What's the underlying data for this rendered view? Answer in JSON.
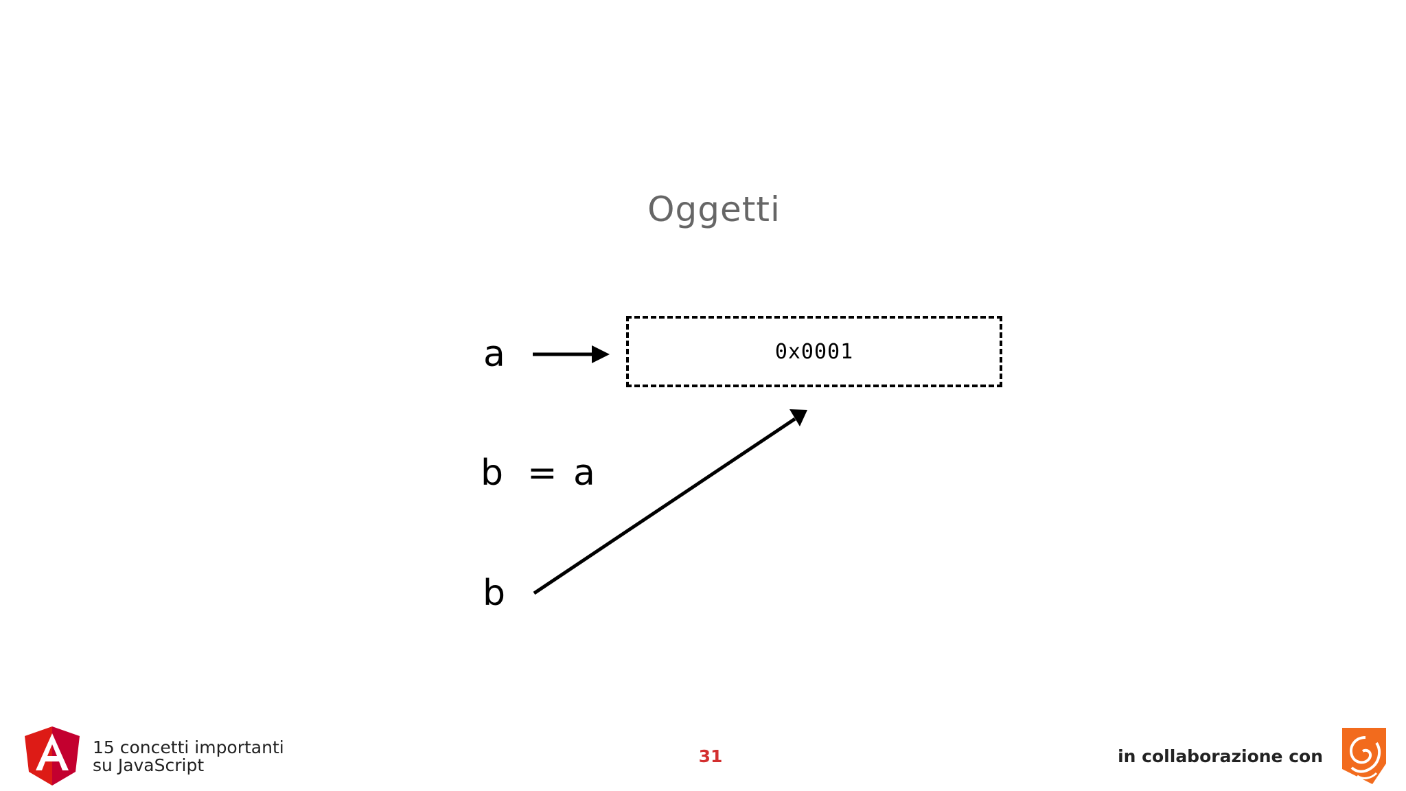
{
  "slide": {
    "title": "Oggetti"
  },
  "diagram": {
    "label_a": "a",
    "assignment": {
      "left": "b",
      "operator": "=",
      "right": "a"
    },
    "label_b": "b",
    "memory_address": "0x0001"
  },
  "footer": {
    "course_title_line1": "15 concetti importanti",
    "course_title_line2": "su JavaScript",
    "page_number": "31",
    "collaboration_text": "in collaborazione con",
    "angular_logo_icon": "angular-shield-icon",
    "partner_logo_icon": "swirl-logo-icon",
    "colors": {
      "angular_red": "#dd1b16",
      "angular_dark_red": "#c3002f",
      "page_number": "#d32f2f",
      "partner_orange": "#f26b1d"
    }
  }
}
